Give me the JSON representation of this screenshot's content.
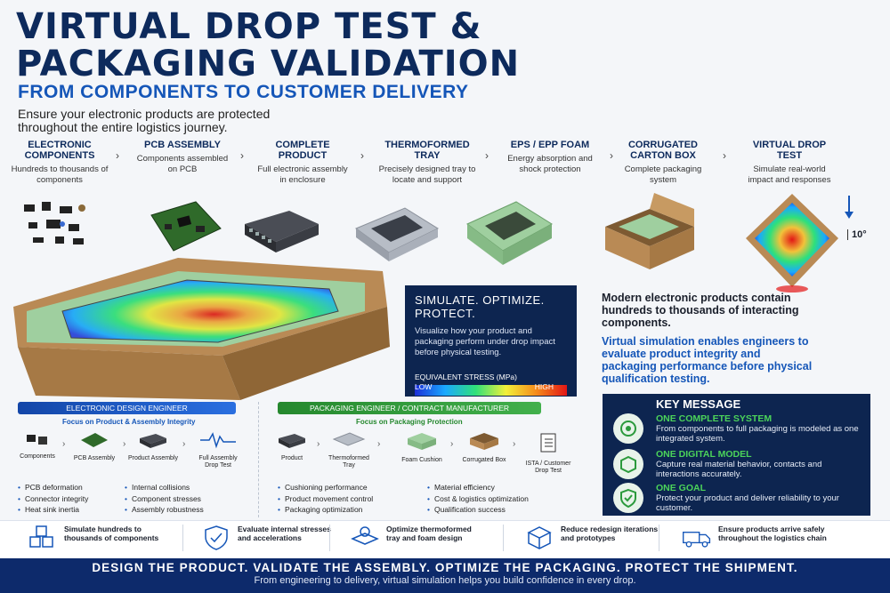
{
  "header": {
    "title_line1": "VIRTUAL DROP TEST &",
    "title_line2": "PACKAGING VALIDATION",
    "subtitle": "FROM COMPONENTS TO CUSTOMER DELIVERY",
    "intro": "Ensure your electronic products are protected throughout the entire logistics journey."
  },
  "stages": [
    {
      "title": "ELECTRONIC COMPONENTS",
      "desc": "Hundreds to thousands of components"
    },
    {
      "title": "PCB ASSEMBLY",
      "desc": "Components assembled on PCB"
    },
    {
      "title": "COMPLETE PRODUCT",
      "desc": "Full electronic assembly in enclosure"
    },
    {
      "title": "THERMOFORMED TRAY",
      "desc": "Precisely designed tray to locate and support"
    },
    {
      "title": "EPS / EPP FOAM",
      "desc": "Energy absorption and shock protection"
    },
    {
      "title": "CORRUGATED CARTON BOX",
      "desc": "Complete packaging system"
    },
    {
      "title": "VIRTUAL DROP TEST",
      "desc": "Simulate real-world impact and responses"
    }
  ],
  "drop_angle": "10°",
  "sim": {
    "title": "SIMULATE. OPTIMIZE. PROTECT.",
    "text": "Visualize how your product and packaging perform under drop impact before physical testing.",
    "legend_label": "EQUIVALENT STRESS (MPa)",
    "low": "LOW",
    "high": "HIGH"
  },
  "right_text": {
    "modern": "Modern electronic products contain hundreds to thousands of interacting components.",
    "virtual": "Virtual simulation enables engineers to evaluate product integrity and packaging performance before physical qualification testing."
  },
  "key": {
    "title": "KEY MESSAGE",
    "items": [
      {
        "head": "ONE COMPLETE SYSTEM",
        "text": "From components to full packaging is modeled as one integrated system."
      },
      {
        "head": "ONE DIGITAL MODEL",
        "text": "Capture real material behavior, contacts and interactions accurately."
      },
      {
        "head": "ONE GOAL",
        "text": "Protect your product and deliver reliability to your customer."
      }
    ]
  },
  "design": {
    "bar": "ELECTRONIC DESIGN ENGINEER",
    "focus": "Focus on Product & Assembly Integrity",
    "items": [
      "Components",
      "PCB Assembly",
      "Product Assembly",
      "Full Assembly Drop Test"
    ],
    "bullets_a": [
      "PCB deformation",
      "Connector integrity",
      "Heat sink inertia"
    ],
    "bullets_b": [
      "Internal collisions",
      "Component stresses",
      "Assembly robustness"
    ]
  },
  "packaging": {
    "bar": "PACKAGING ENGINEER / CONTRACT MANUFACTURER",
    "focus": "Focus on Packaging Protection",
    "items": [
      "Product",
      "Thermoformed Tray",
      "Foam Cushion",
      "Corrugated Box",
      "ISTA / Customer Drop Test"
    ],
    "bullets_a": [
      "Cushioning performance",
      "Product movement control",
      "Packaging optimization"
    ],
    "bullets_b": [
      "Material efficiency",
      "Cost & logistics optimization",
      "Qualification success"
    ]
  },
  "ribbon": [
    "Simulate hundreds to thousands of components",
    "Evaluate internal stresses and accelerations",
    "Optimize thermoformed tray and foam design",
    "Reduce redesign iterations and prototypes",
    "Ensure products arrive safely throughout the logistics chain"
  ],
  "footer": {
    "line1": "DESIGN THE PRODUCT. VALIDATE THE ASSEMBLY. OPTIMIZE THE PACKAGING. PROTECT THE SHIPMENT.",
    "line2": "From engineering to delivery, virtual simulation helps you build confidence in every drop."
  },
  "colors": {
    "navy": "#0d2a5c",
    "blue": "#1556b8",
    "green": "#4bd35a",
    "foam": "#9fcf9f",
    "cardboard": "#b98a55"
  }
}
